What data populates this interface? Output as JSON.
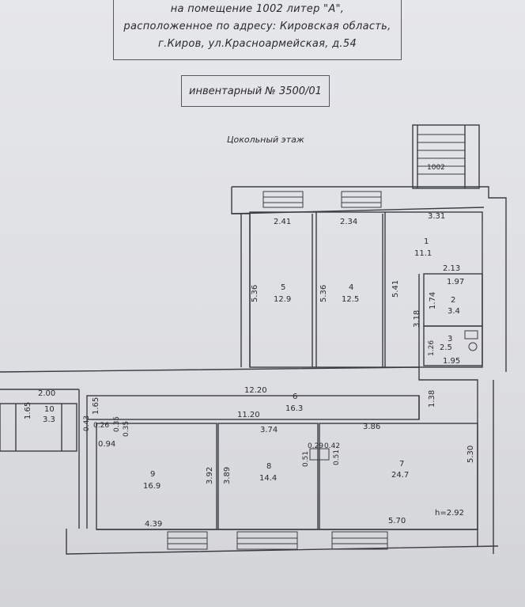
{
  "header": {
    "line1": "на помещение 1002 литер \"А\",",
    "line2": "расположенное по адресу: Кировская область,",
    "line3": "г.Киров,  ул.Красноармейская,  д.54"
  },
  "inventory": "инвентарный № 3500/01",
  "floor_label": "Цокольный этаж",
  "stair_label": "1002",
  "rooms": [
    {
      "id": "room-1",
      "number": "1",
      "area": "11.1"
    },
    {
      "id": "room-2",
      "number": "2",
      "area": "3.4"
    },
    {
      "id": "room-3",
      "number": "3",
      "area": "2.5"
    },
    {
      "id": "room-4",
      "number": "4",
      "area": "12.5"
    },
    {
      "id": "room-5",
      "number": "5",
      "area": "12.9"
    },
    {
      "id": "room-6",
      "number": "6",
      "area": "16.3"
    },
    {
      "id": "room-7",
      "number": "7",
      "area": "24.7"
    },
    {
      "id": "room-8",
      "number": "8",
      "area": "14.4"
    },
    {
      "id": "room-9",
      "number": "9",
      "area": "16.9"
    },
    {
      "id": "room-10",
      "number": "10",
      "area": "3.3"
    }
  ],
  "dimensions": {
    "d_2_41": "2.41",
    "d_2_34": "2.34",
    "d_3_31": "3.31",
    "d_5_36a": "5.36",
    "d_5_36b": "5.36",
    "d_5_41": "5.41",
    "d_2_13": "2.13",
    "d_1_97": "1.97",
    "d_1_74": "1.74",
    "d_3_18": "3.18",
    "d_1_26": "1.26",
    "d_1_95": "1.95",
    "d_12_20": "12.20",
    "d_2_00": "2.00",
    "d_1_65a": "1.65",
    "d_1_65b": "1.65",
    "d_1_38": "1.38",
    "d_11_20": "11.20",
    "d_0_26": "0.26",
    "d_0_35a": "0.35",
    "d_0_35b": "0.35",
    "d_0_94": "0.94",
    "d_0_43": "0.43",
    "d_3_74": "3.74",
    "d_3_86": "3.86",
    "d_0_29": "0.29",
    "d_0_42": "0.42",
    "d_0_51a": "0.51",
    "d_0_51b": "0.51",
    "d_5_30": "5.30",
    "d_3_92": "3.92",
    "d_3_89": "3.89",
    "d_4_39": "4.39",
    "d_5_70": "5.70",
    "d_h": "h=2.92"
  },
  "colors": {
    "line": "#3a3c42",
    "paper": "#dfe0e3"
  }
}
